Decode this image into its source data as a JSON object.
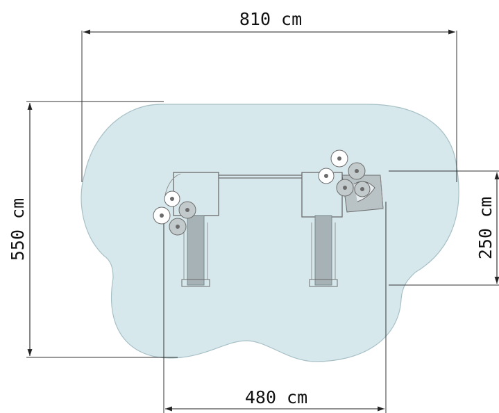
{
  "dimensions": {
    "width_total": "810 cm",
    "height_total": "550 cm",
    "width_bottom": "480 cm",
    "height_right": "250 cm"
  },
  "colors": {
    "safety_zone_fill": "#d7e8ec",
    "safety_zone_stroke": "#a7c0c6",
    "equipment_stroke": "#6b6b6b",
    "slide_fill": "#a7b2b6",
    "dimension_line": "#222222"
  }
}
